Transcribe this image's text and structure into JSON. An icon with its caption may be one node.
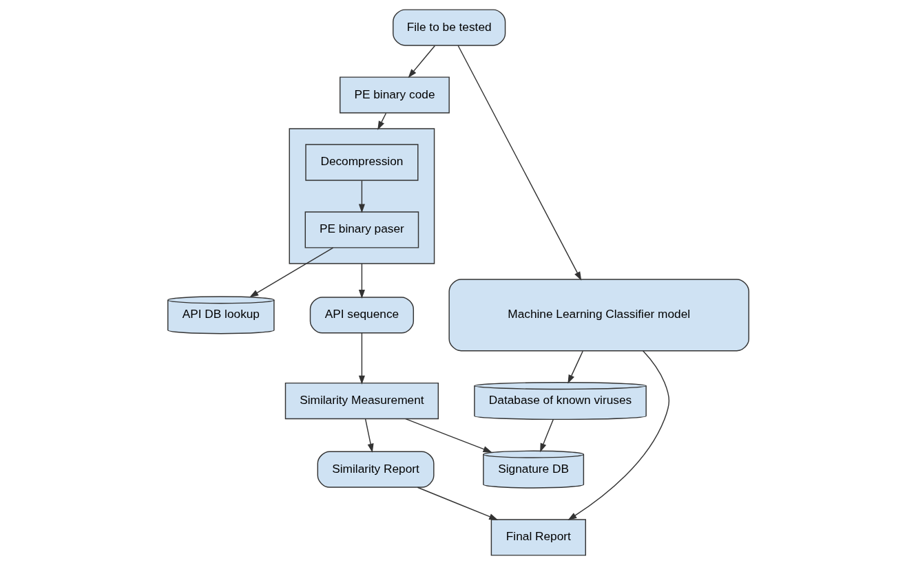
{
  "diagram": {
    "nodes": [
      {
        "text": [
          "PE binary code"
        ]
      },
      {
        "text": [],
        "shape": "box"
      },
      {
        "text": [
          "Decompression"
        ],
        "in": 1
      },
      {
        "text": [
          "PE binary paser"
        ],
        "in": 1
      },
      {
        "text": [
          "API DB lookup"
        ]
      },
      {
        "text": [
          "Database of known viruses"
        ]
      },
      {
        "text": [
          "File to be tested"
        ]
      },
      {
        "text": [
          "Signature DB"
        ]
      },
      {
        "text": [
          "API sequence"
        ]
      },
      {
        "text": [
          "Similarity Measurement"
        ]
      },
      {
        "text": [
          "Final Report"
        ]
      },
      {
        "text": [
          "Similarity Report"
        ]
      },
      {
        "text": [
          "Machine Learning Classifier model"
        ]
      }
    ],
    "edges": [
      {
        "from": 6,
        "to": 0,
        "arrow": "to"
      },
      {
        "from": 0,
        "to": 1,
        "arrow": "to"
      },
      {
        "from": 2,
        "to": 3,
        "arrow": "to"
      },
      {
        "from": 3,
        "to": 4,
        "arrow": "to"
      },
      {
        "from": 1,
        "to": 8,
        "arrow": "to"
      },
      {
        "from": 5,
        "to": 7,
        "arrow": "to"
      },
      {
        "from": 8,
        "to": 9,
        "arrow": "to"
      },
      {
        "from": 9,
        "to": 7,
        "arrow": "to"
      },
      {
        "from": 9,
        "to": 11,
        "arrow": "to"
      },
      {
        "from": 11,
        "to": 10,
        "arrow": "to"
      },
      {
        "from": 6,
        "to": 12,
        "arrow": "to"
      },
      {
        "from": 12,
        "to": 10,
        "arrow": "to"
      },
      {
        "from": 12,
        "to": 5,
        "arrow": "to"
      }
    ]
  }
}
